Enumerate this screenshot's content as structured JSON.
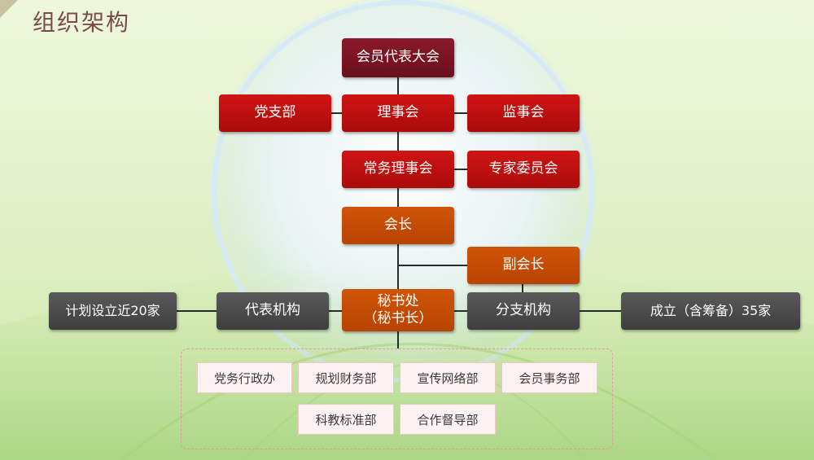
{
  "title": "组织架构",
  "nodes": {
    "assembly": "会员代表大会",
    "party_branch": "党支部",
    "council": "理事会",
    "supervisory": "监事会",
    "standing_council": "常务理事会",
    "expert_committee": "专家委员会",
    "president": "会长",
    "vice_president": "副会长",
    "secretariat_line1": "秘书处",
    "secretariat_line2": "（秘书长）",
    "rep_office": "代表机构",
    "branch_office": "分支机构",
    "rep_plan": "计划设立近20家",
    "branch_count": "成立（含筹备）35家"
  },
  "departments": [
    "党务行政办",
    "规划财务部",
    "宣传网络部",
    "会员事务部",
    "科教标准部",
    "合作督导部"
  ],
  "colors": {
    "maroon": "#7a1426",
    "red": "#c00f0f",
    "orange": "#c44d04",
    "grey": "#4a4a4a",
    "dept_fill": "#fff2f2"
  }
}
